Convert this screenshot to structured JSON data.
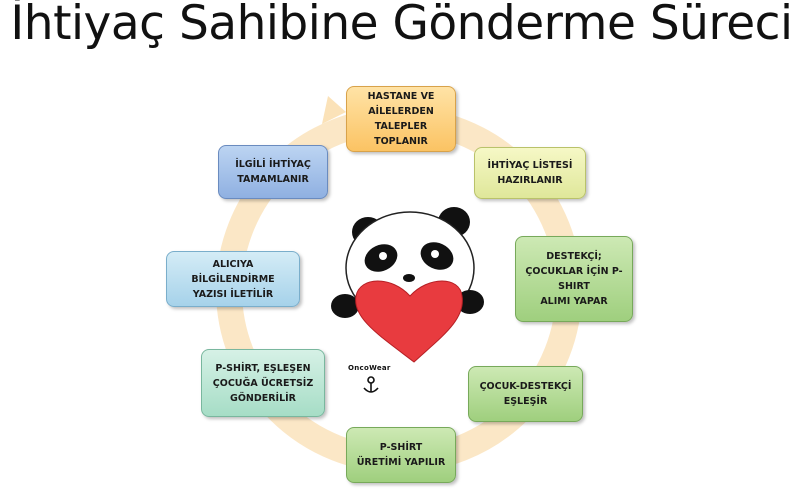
{
  "title": "İhtiyaç Sahibine Gönderme Süreci",
  "logo": {
    "text": "OncoWear"
  },
  "steps": [
    {
      "text": "HASTANE VE\nAİLELERDEN\nTALEPLER\nTOPLANIR",
      "color": "#fbc363"
    },
    {
      "text": "İHTİYAÇ LİSTESİ\nHAZIRLANIR",
      "color": "#dfe79a"
    },
    {
      "text": "DESTEKÇİ;\nÇOCUKLAR İÇİN P-\nSHIRT\nALIMI YAPAR",
      "color": "#9fcf7e"
    },
    {
      "text": "ÇOCUK-DESTEKÇİ\nEŞLEŞİR",
      "color": "#9fcf7e"
    },
    {
      "text": "P-SHİRT\nÜRETİMİ YAPILIR",
      "color": "#9fcf7e"
    },
    {
      "text": "P-SHİRT, EŞLEŞEN\nÇOCUĞA ÜCRETSİZ\nGÖNDERİLİR",
      "color": "#a6ddc6"
    },
    {
      "text": "ALICIYA BİLGİLENDİRME\nYAZISI İLETİLİR",
      "color": "#a6d2ea"
    },
    {
      "text": "İLGİLİ İHTİYAÇ\nTAMAMLANIR",
      "color": "#8fb0e1"
    }
  ]
}
